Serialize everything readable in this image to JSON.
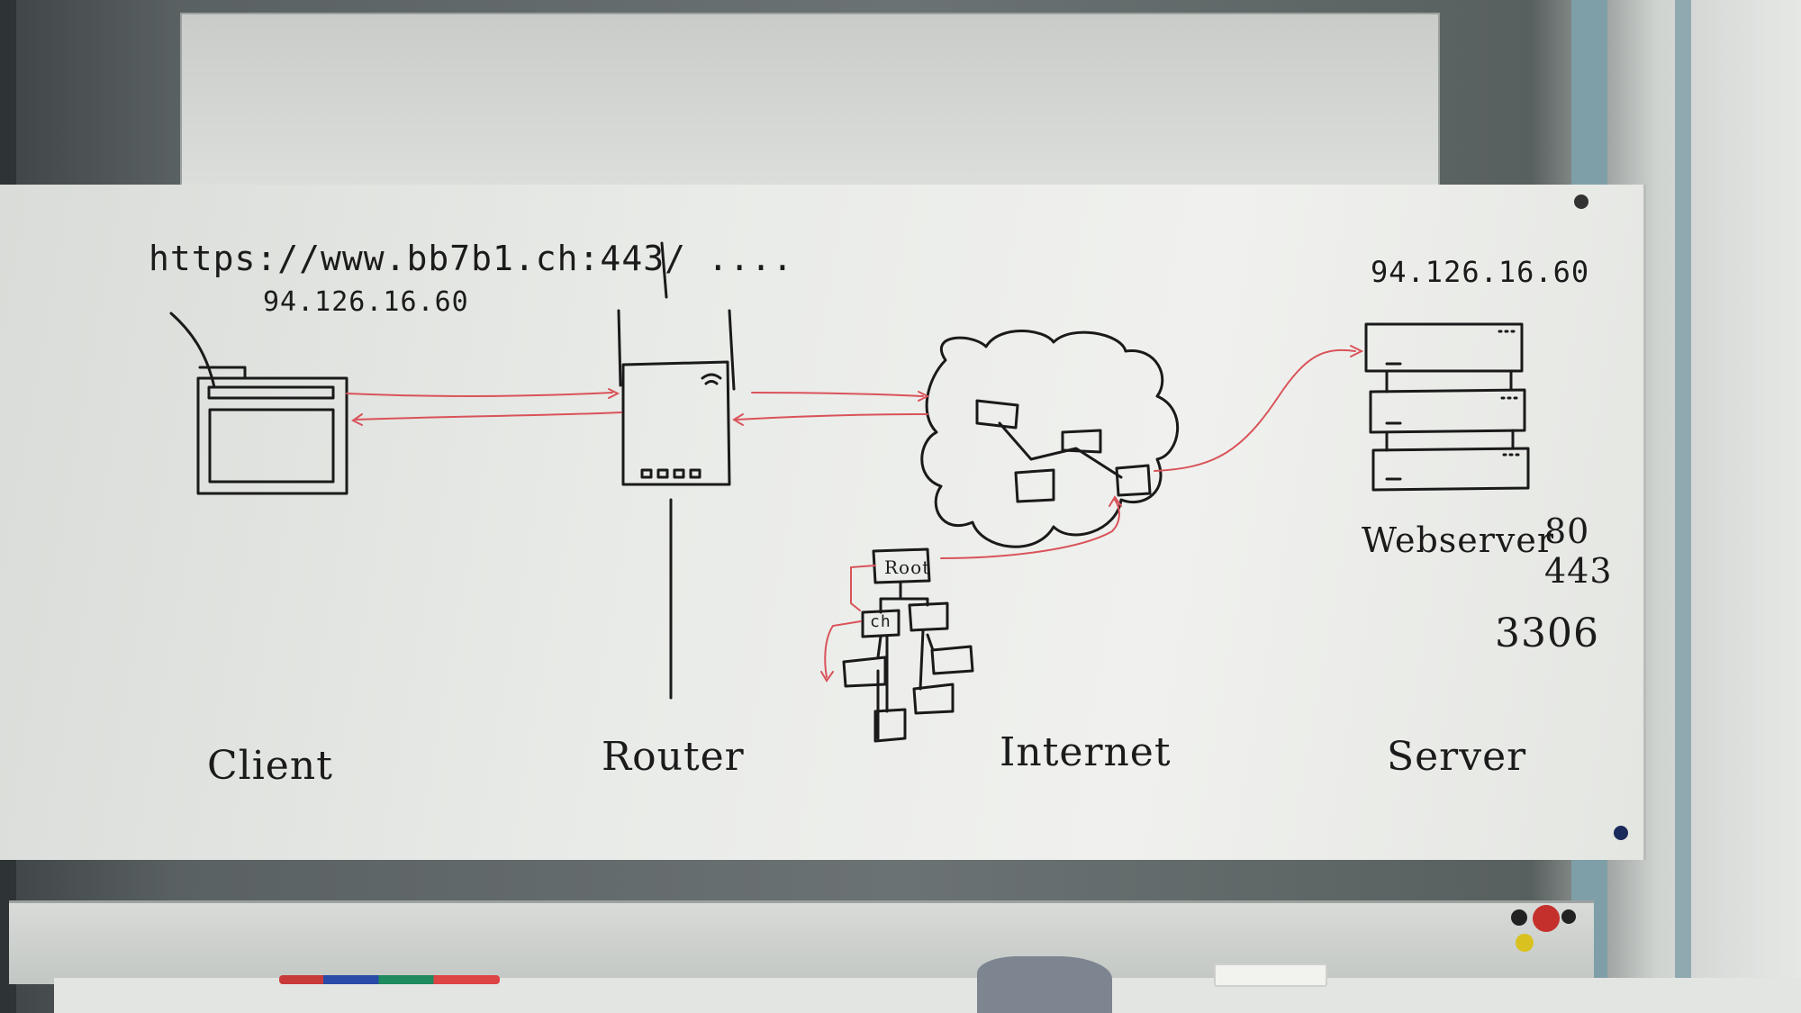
{
  "whiteboard": {
    "url": "https://www.bb7b1.ch:443/ ....",
    "client_ip": "94.126.16.60",
    "server_ip": "94.126.16.60",
    "dns_root_label": "Root",
    "dns_ch_label": "ch",
    "webserver_label": "Webserver",
    "ports": [
      "80",
      "443",
      "3306"
    ],
    "section_labels": {
      "client": "Client",
      "router": "Router",
      "internet": "Internet",
      "server": "Server"
    }
  },
  "colors": {
    "ink_black": "#1a1a1a",
    "ink_red": "#d9535a",
    "board": "#eceeeb"
  }
}
